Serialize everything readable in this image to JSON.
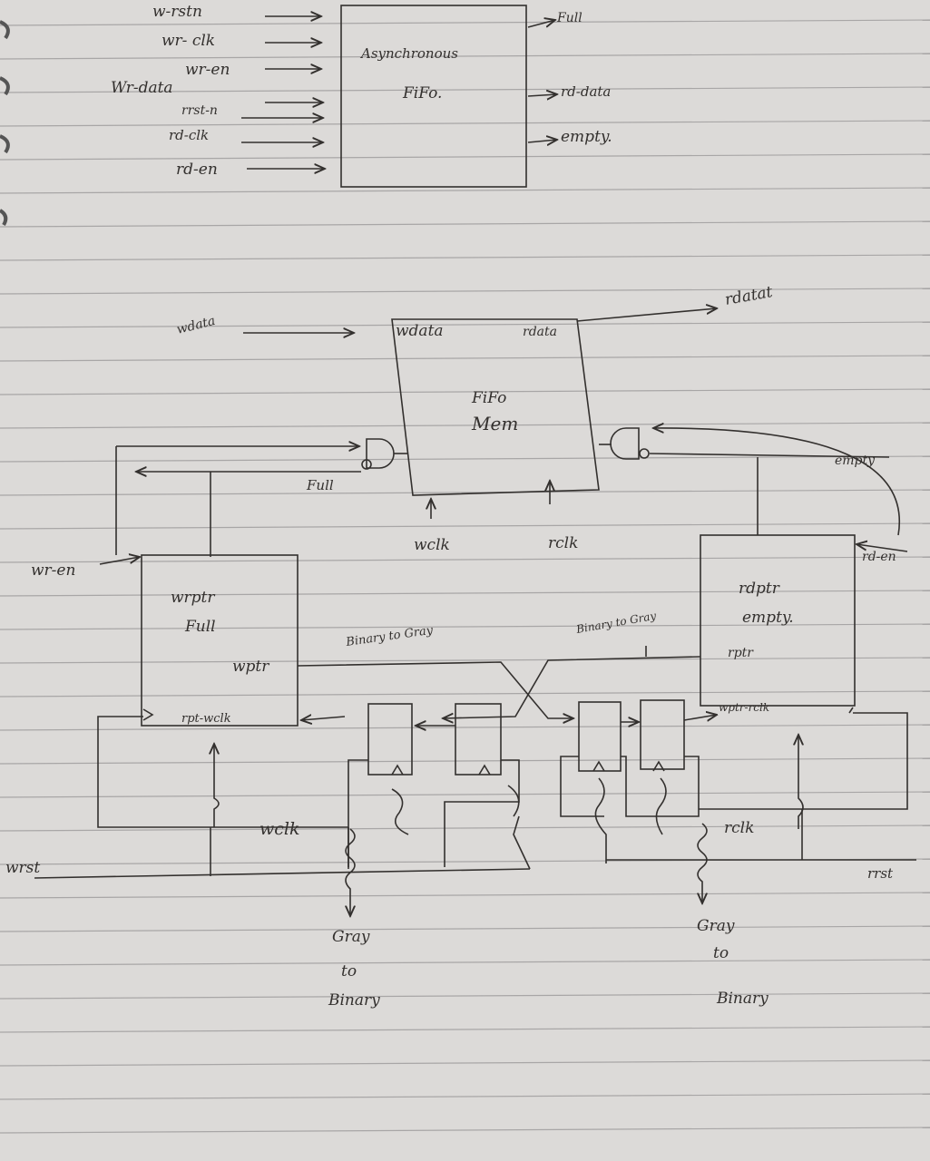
{
  "top": {
    "inputs": [
      "w-rstn",
      "wr- clk",
      "wr-en",
      "Wr-data",
      "rrst-n",
      "rd-clk",
      "rd-en"
    ],
    "title_line1": "Asynchronous",
    "title_line2": "FiFo.",
    "outputs": [
      "Full",
      "rd-data",
      "empty."
    ]
  },
  "mem": {
    "input_label": "wdata",
    "wdata_port": "wdata",
    "rdata_port": "rdata",
    "title_line1": "FiFo",
    "title_line2": "Mem",
    "wclk_label": "wclk",
    "rclk_label": "rclk",
    "rdata_out": "rdatat",
    "full_label": "Full",
    "empty_label": "empty"
  },
  "wptr": {
    "wr_en": "wr-en",
    "line1": "wrptr",
    "line2": "Full",
    "line3": "wptr",
    "line4": "rpt-wclk"
  },
  "rptr": {
    "rd_en": "rd-en",
    "line1": "rdptr",
    "line2": "empty.",
    "line3": "rptr",
    "line4": "wptr-rclk"
  },
  "bottom": {
    "binary_to_gray_left": "Binary to Gray",
    "binary_to_gray_right": "Binary to Gray",
    "wclk": "wclk",
    "rclk": "rclk",
    "wrst": "wrst",
    "rrst": "rrst",
    "g2b_left": [
      "Gray",
      "to",
      "Binary"
    ],
    "g2b_right": [
      "Gray",
      "to",
      "Binary"
    ]
  },
  "colors": {
    "paper": "#dcdad8",
    "ruled_line": "#a8a6a6",
    "ink": "#33302e"
  }
}
